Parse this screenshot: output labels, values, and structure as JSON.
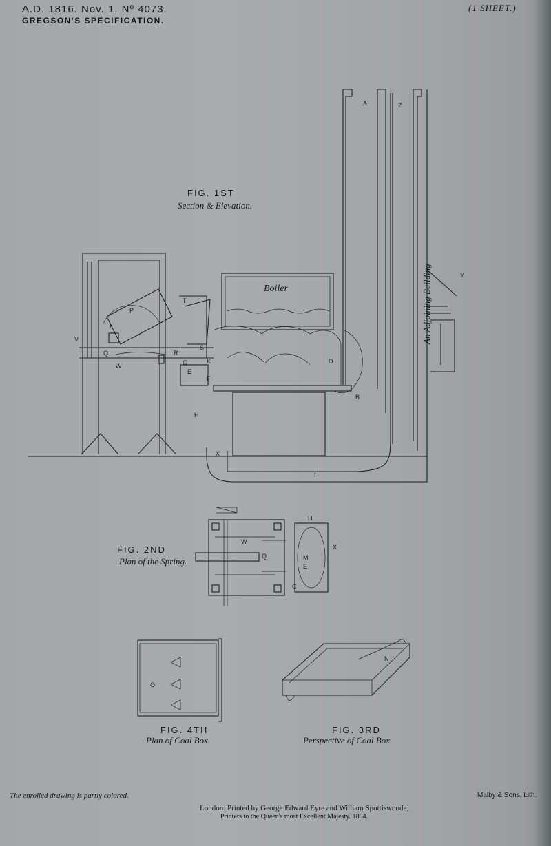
{
  "header": {
    "date_number": "A.D. 1816. Nov. 1. Nº 4073.",
    "specification": "GREGSON'S SPECIFICATION.",
    "sheet": "(1 SHEET.)"
  },
  "figures": {
    "fig1": {
      "title": "FIG. 1ST",
      "caption": "Section & Elevation."
    },
    "fig2": {
      "title": "FIG. 2ND",
      "caption": "Plan of the Spring."
    },
    "fig3": {
      "title": "FIG. 3RD",
      "caption": "Perspective of Coal Box."
    },
    "fig4": {
      "title": "FIG. 4TH",
      "caption": "Plan of Coal Box."
    }
  },
  "labels": {
    "boiler": "Boiler",
    "building": "An Adjoining Building",
    "A": "A",
    "Z": "Z",
    "Y": "Y",
    "T": "T",
    "P": "P",
    "L": "L",
    "V": "V",
    "Q": "Q",
    "W": "W",
    "R": "R",
    "S": "S",
    "G": "G",
    "E": "E",
    "K": "K",
    "F": "F",
    "D": "D",
    "B": "B",
    "H": "H",
    "X": "X",
    "I": "I",
    "O": "O",
    "M": "M",
    "C": "C",
    "N": "N"
  },
  "footer": {
    "enrolled": "The enrolled drawing is partly colored.",
    "printer_line1": "London: Printed by George Edward Eyre and William Spottiswoode,",
    "printer_line2": "Printers to the Queen's most Excellent Majesty. 1854.",
    "lithographer": "Malby & Sons, Lith."
  }
}
